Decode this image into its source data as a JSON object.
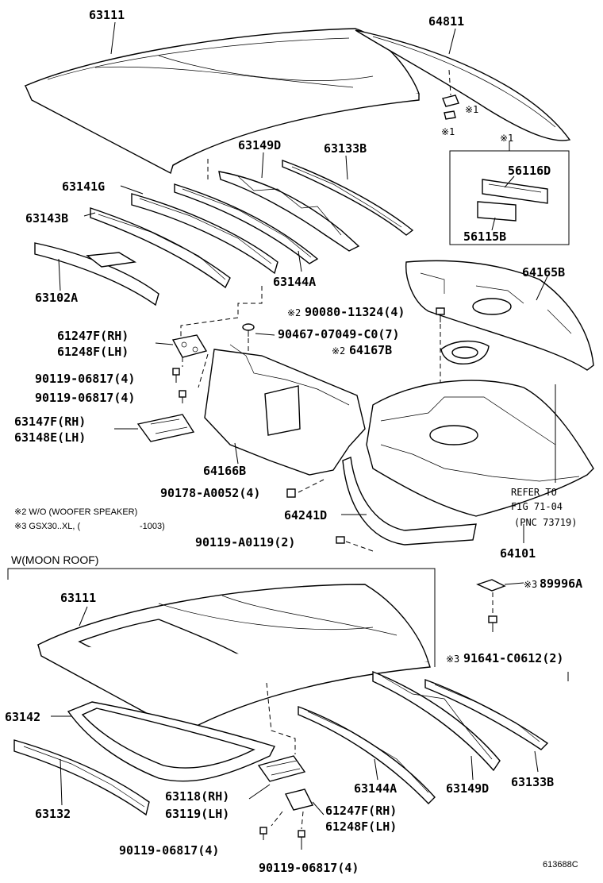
{
  "upper": {
    "roof_panel": "63111",
    "back_window_glass": "64811",
    "note_mark_1a": "※1",
    "note_mark_1b": "※1",
    "inset_note": "※1",
    "inset_part_a": "56116D",
    "inset_part_b": "56115B",
    "reinf_d": "63149D",
    "reinf_b": "63133B",
    "reinf_g": "63141G",
    "reinf_143b": "63143B",
    "reinf_144a": "63144A",
    "header_panel": "63102A",
    "package_tray_trim": "64165B",
    "bolt_mark": "※2",
    "bolt_text": "90080-11324(4)",
    "clip_text": "90467-07049-C0(7)",
    "cover_mark": "※2",
    "cover_text": "64167B",
    "hinge_rh": "61247F(RH)",
    "hinge_lh": "61248F(LH)",
    "screw_a": "90119-06817(4)",
    "screw_b": "90119-06817(4)",
    "bracket_rh": "63147F(RH)",
    "bracket_lh": "63148E(LH)",
    "partition_panel": "64166B",
    "nut_text": "90178-A0052(4)",
    "rail_text": "64241D",
    "screw_c": "90119-A0119(2)",
    "note2": "※2 W/O (WOOFER SPEAKER)",
    "note3_a": "※3 GSX30..XL, (",
    "note3_b": "-1003)",
    "refer_1": "REFER TO",
    "refer_2": "FIG 71-04",
    "refer_3": "(PNC 73719)",
    "shelf_panel": "64101"
  },
  "lower": {
    "section_title": "W(MOON ROOF)",
    "roof_panel": "63111",
    "sensor_mark": "※3",
    "sensor_text": "89996A",
    "sensor_bolt_mark": "※3",
    "sensor_bolt_text": "91641-C0612(2)",
    "frame": "63142",
    "header": "63132",
    "bracket_rh": "63118(RH)",
    "bracket_lh": "63119(LH)",
    "reinf_144a": "63144A",
    "reinf_149d": "63149D",
    "reinf_133b": "63133B",
    "hinge_rh": "61247F(RH)",
    "hinge_lh": "61248F(LH)",
    "screw_a": "90119-06817(4)",
    "screw_b": "90119-06817(4)"
  },
  "figure_id": "613688C"
}
